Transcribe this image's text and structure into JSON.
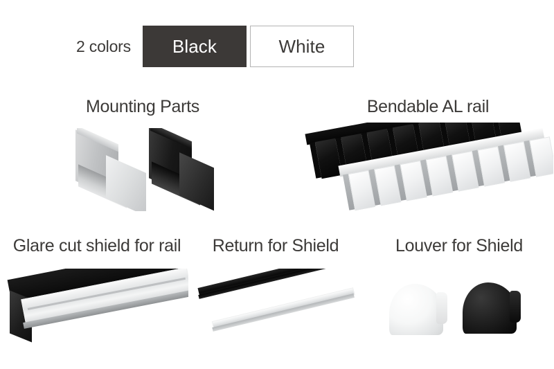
{
  "color_selector": {
    "label": "2 colors",
    "options": [
      {
        "name": "Black",
        "swatch_hex": "#3c3937",
        "text_hex": "#ffffff",
        "selected": true
      },
      {
        "name": "White",
        "swatch_hex": "#ffffff",
        "text_hex": "#3c3a38",
        "selected": false
      }
    ]
  },
  "products": [
    {
      "title": "Mounting Parts",
      "variants": [
        "silver",
        "black"
      ],
      "icon": "mounting-clip-icon"
    },
    {
      "title": "Bendable AL rail",
      "variants": [
        "black",
        "white"
      ],
      "icon": "segmented-rail-icon"
    },
    {
      "title": "Glare cut shield for rail",
      "variants": [
        "black",
        "silver"
      ],
      "icon": "glare-shield-icon"
    },
    {
      "title": "Return for Shield",
      "variants": [
        "black",
        "silver"
      ],
      "icon": "return-strip-icon"
    },
    {
      "title": "Louver for Shield",
      "variants": [
        "white",
        "black"
      ],
      "icon": "louver-cap-icon"
    }
  ],
  "theme": {
    "background_hex": "#ffffff",
    "text_hex": "#3c3a38",
    "border_hex": "#b3b3b3"
  }
}
